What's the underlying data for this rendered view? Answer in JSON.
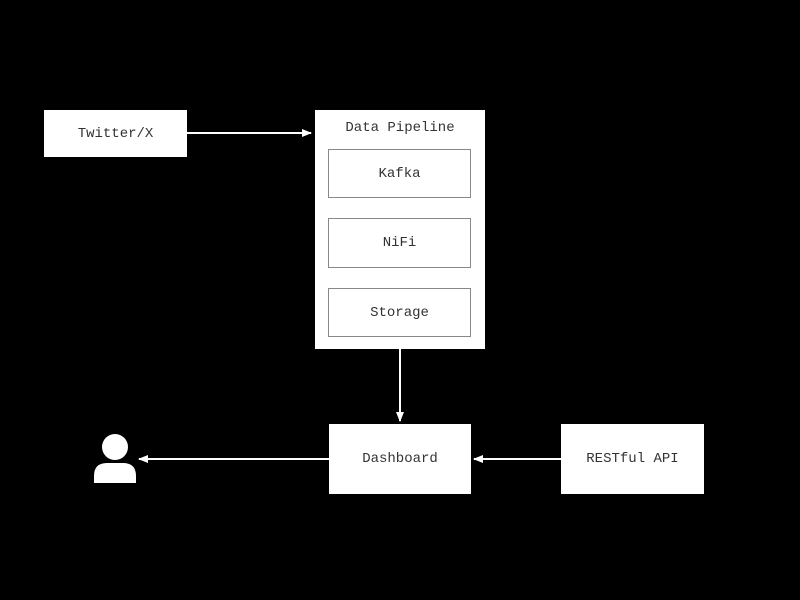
{
  "nodes": {
    "source": {
      "label": "Twitter/X"
    },
    "pipeline": {
      "title": "Data Pipeline",
      "components": [
        {
          "label": "Kafka"
        },
        {
          "label": "NiFi"
        },
        {
          "label": "Storage"
        }
      ]
    },
    "dashboard": {
      "label": "Dashboard"
    },
    "api": {
      "label": "RESTful API"
    },
    "user": {
      "icon": "user-icon"
    }
  },
  "edges": [
    {
      "from": "Twitter/X",
      "to": "Data Pipeline"
    },
    {
      "from": "Data Pipeline",
      "to": "Dashboard"
    },
    {
      "from": "RESTful API",
      "to": "Dashboard"
    },
    {
      "from": "Dashboard",
      "to": "user"
    }
  ],
  "colors": {
    "background": "#000000",
    "node_fill": "#ffffff",
    "edge": "#ffffff",
    "text": "#333333",
    "sub_border": "#888888"
  }
}
